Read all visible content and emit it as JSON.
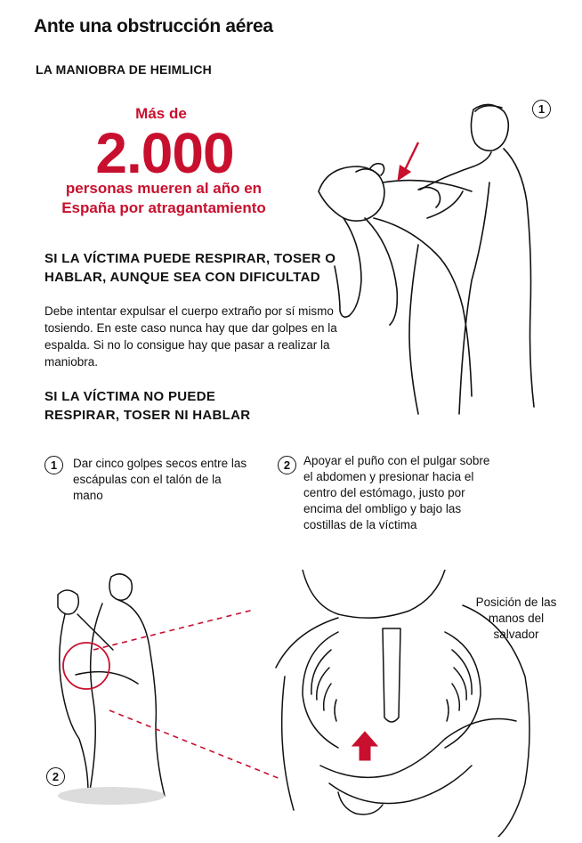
{
  "title": "Ante una obstrucción aérea",
  "subtitle": "LA MANIOBRA DE HEIMLICH",
  "stat": {
    "pre": "Más de",
    "number": "2.000",
    "caption": "personas mueren al año en España por atragantamiento"
  },
  "can_breathe": {
    "heading": "SI LA VÍCTIMA PUEDE RESPIRAR, TOSER O HABLAR, AUNQUE SEA CON DIFICULTAD",
    "body": "Debe intentar expulsar el cuerpo extraño por sí mismo tosiendo. En este caso nunca hay que dar golpes en la espalda. Si no lo consigue hay que pasar a realizar la maniobra."
  },
  "cannot_breathe": {
    "heading": "SI LA VÍCTIMA NO PUEDE RESPIRAR, TOSER NI HABLAR"
  },
  "steps": [
    {
      "number": "1",
      "text": "Dar cinco golpes secos entre las escápulas con el talón de la mano"
    },
    {
      "number": "2",
      "text": "Apoyar el puño con el pulgar sobre el abdomen y presionar hacia el centro del estómago, justo por encima del ombligo y bajo las costillas de la víctima"
    }
  ],
  "figure_numbers": {
    "fig1": "1",
    "fig2": "2"
  },
  "hands_label": "Posición de las manos del salvador",
  "colors": {
    "accent": "#c8102e",
    "ink": "#111111"
  }
}
